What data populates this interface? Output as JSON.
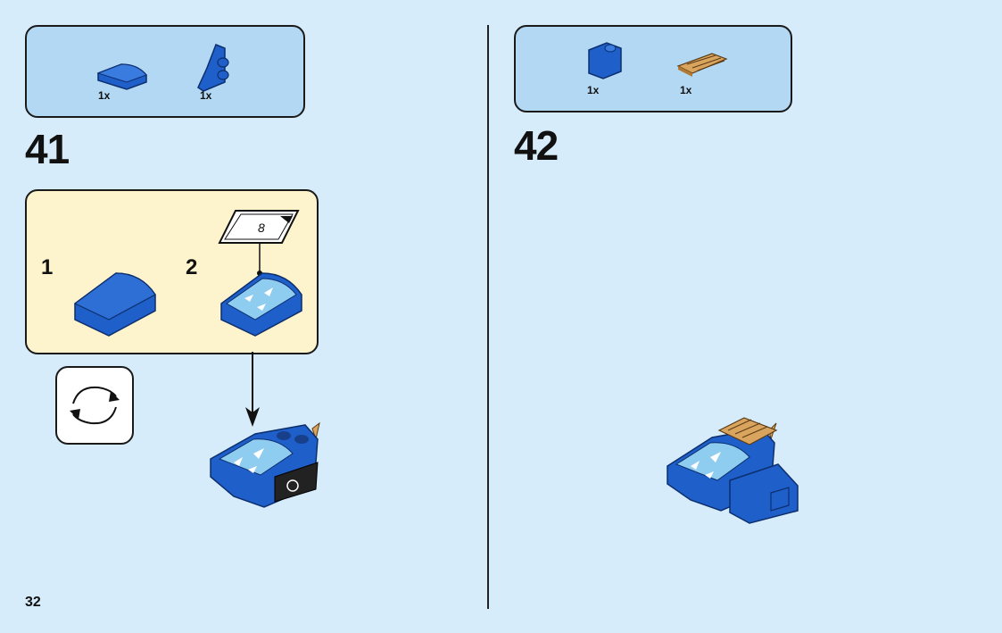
{
  "page_number": "32",
  "steps": [
    {
      "number": "41",
      "parts": [
        {
          "qty": "1x",
          "icon": "blue-curved-slope-icon"
        },
        {
          "qty": "1x",
          "icon": "blue-wedge-bracket-icon"
        }
      ],
      "substeps": [
        {
          "number": "1",
          "icon": "blue-curved-slope-icon"
        },
        {
          "number": "2",
          "icon": "sticker-curved-slope-icon"
        }
      ],
      "sticker_label": "8",
      "rotate_icon": "rotate-model-icon"
    },
    {
      "number": "42",
      "parts": [
        {
          "qty": "1x",
          "icon": "blue-slope-brick-icon"
        },
        {
          "qty": "1x",
          "icon": "tan-grille-tile-icon"
        }
      ]
    }
  ],
  "colors": {
    "background": "#d6ecfa",
    "parts_box": "#b3d8f3",
    "substep_box": "#fdf3cc",
    "brick_blue": "#1f5fc9",
    "brick_tan": "#d9a45e"
  }
}
